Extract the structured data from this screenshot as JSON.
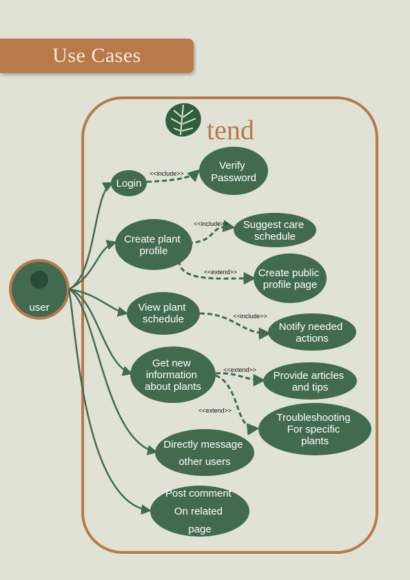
{
  "banner": {
    "title": "Use Cases"
  },
  "brand": {
    "name": "tend",
    "logo_icon": "monstera-leaf-icon",
    "color": "#b87a4b"
  },
  "colors": {
    "accent": "#b87a4b",
    "node": "#426a4f",
    "background": "#dfe2d5"
  },
  "actor": {
    "label": "user",
    "icon": "user-icon"
  },
  "use_cases": {
    "login": [
      "Login"
    ],
    "verify_password": [
      "Verify",
      "Password"
    ],
    "create_plant_profile": [
      "Create plant",
      "profile"
    ],
    "suggest_care_schedule": [
      "Suggest care",
      "schedule"
    ],
    "create_public_profile": [
      "Create public",
      "profile page"
    ],
    "view_plant_schedule": [
      "View plant",
      "schedule"
    ],
    "notify_needed_actions": [
      "Notify needed",
      "actions"
    ],
    "get_new_information": [
      "Get new",
      "information",
      "about plants"
    ],
    "provide_articles": [
      "Provide articles",
      "and tips"
    ],
    "troubleshooting": [
      "Troubleshooting",
      "For specific",
      "plants"
    ],
    "direct_message": [
      "Directly message",
      "other users"
    ],
    "post_comment": [
      "Post comment",
      "On related",
      "page"
    ]
  },
  "relations": {
    "login_verify": "<<include>>",
    "create_suggest": "<<include>>",
    "create_public": "<<extend>>",
    "view_notify": "<<include>>",
    "info_articles": "<<extend>>",
    "info_troubleshooting": "<<extend>>"
  }
}
